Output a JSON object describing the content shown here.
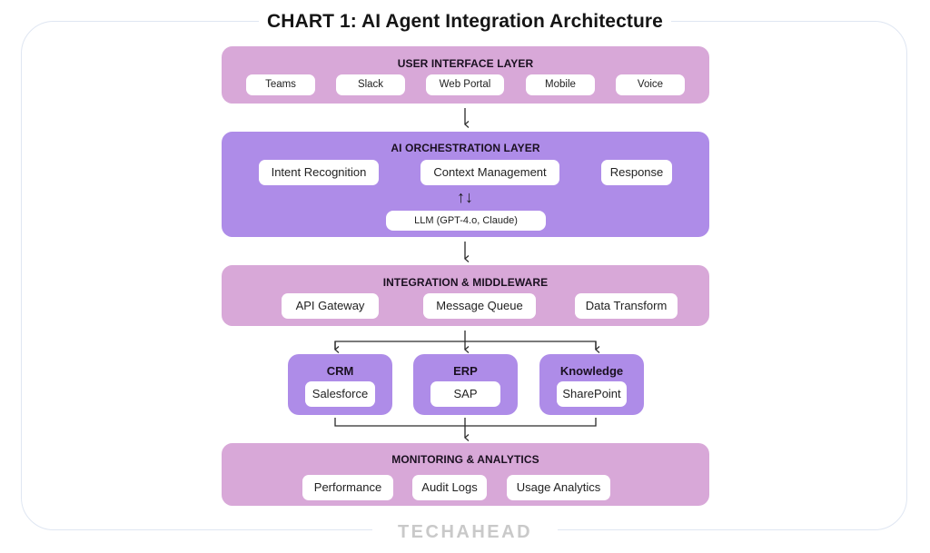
{
  "title": "CHART 1: AI Agent Integration Architecture",
  "brand": "TECHAHEAD",
  "colors": {
    "pink_layer": "#D8A8D8",
    "purple_layer": "#AE8CE8",
    "chip": "#FFFFFF",
    "frame_border": "#DFE6F2",
    "arrow": "#2A2A2A",
    "brand_text": "#C9C9C9"
  },
  "layers": {
    "user_interface": {
      "title": "USER INTERFACE LAYER",
      "items": [
        "Teams",
        "Slack",
        "Web Portal",
        "Mobile",
        "Voice"
      ]
    },
    "orchestration": {
      "title": "AI ORCHESTRATION LAYER",
      "items": [
        "Intent Recognition",
        "Context Management",
        "Response"
      ],
      "llm": "LLM (GPT-4.o, Claude)",
      "bidirectional_arrow": "↑↓"
    },
    "middleware": {
      "title": "INTEGRATION & MIDDLEWARE",
      "items": [
        "API Gateway",
        "Message Queue",
        "Data Transform"
      ]
    },
    "systems": [
      {
        "title": "CRM",
        "item": "Salesforce"
      },
      {
        "title": "ERP",
        "item": "SAP"
      },
      {
        "title": "Knowledge",
        "item": "SharePoint"
      }
    ],
    "monitoring": {
      "title": "MONITORING & ANALYTICS",
      "items": [
        "Performance",
        "Audit Logs",
        "Usage Analytics"
      ]
    }
  },
  "flow": [
    {
      "from": "User Interface Layer",
      "to": "AI Orchestration Layer"
    },
    {
      "from": "Context Management",
      "to": "LLM (GPT-4.o, Claude)",
      "bidirectional": true
    },
    {
      "from": "AI Orchestration Layer",
      "to": "Integration & Middleware"
    },
    {
      "from": "Integration & Middleware",
      "to": "CRM"
    },
    {
      "from": "Integration & Middleware",
      "to": "ERP"
    },
    {
      "from": "Integration & Middleware",
      "to": "Knowledge"
    },
    {
      "from": "CRM",
      "to": "Monitoring & Analytics"
    },
    {
      "from": "ERP",
      "to": "Monitoring & Analytics"
    },
    {
      "from": "Knowledge",
      "to": "Monitoring & Analytics"
    }
  ]
}
